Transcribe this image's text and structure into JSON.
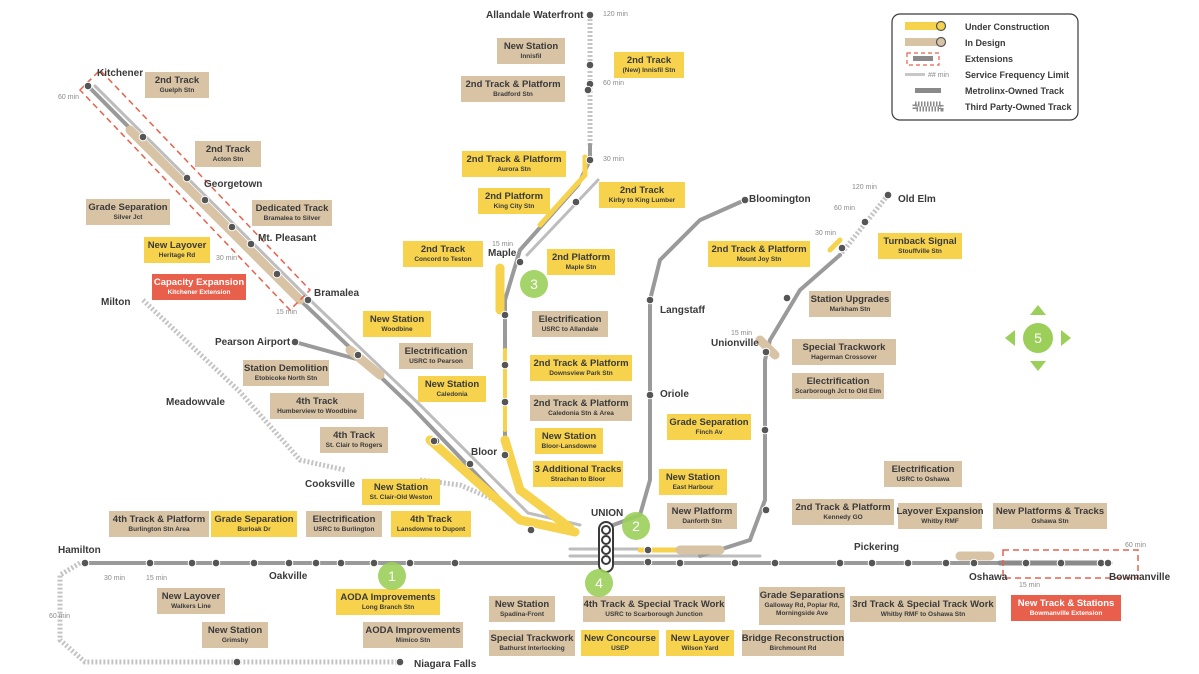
{
  "colors": {
    "construction": "#f6d24d",
    "design": "#d8c3a5",
    "extension": "#e8604c",
    "track_dark": "#8c8c8c",
    "track_light": "#c7c7c7",
    "green_marker": "#9bcf5a",
    "text_dark": "#3a3a3a",
    "text_on_design": "#3a3a3a",
    "text_on_construction": "#3a3a3a",
    "text_on_extension": "#ffffff"
  },
  "legend": [
    {
      "key": "under_construction",
      "label": "Under Construction"
    },
    {
      "key": "in_design",
      "label": "In Design"
    },
    {
      "key": "extensions",
      "label": "Extensions"
    },
    {
      "key": "service_frequency_limit",
      "label": "Service Frequency Limit",
      "sample": "## min"
    },
    {
      "key": "metrolinx_owned",
      "label": "Metrolinx-Owned Track"
    },
    {
      "key": "third_party_owned",
      "label": "Third Party-Owned Track"
    }
  ],
  "stations": {
    "allandale": "Allandale Waterfront",
    "kitchener": "Kitchener",
    "georgetown": "Georgetown",
    "mt_pleasant": "Mt. Pleasant",
    "bramalea": "Bramalea",
    "milton": "Milton",
    "pearson": "Pearson Airport",
    "meadowvale": "Meadowvale",
    "cooksville": "Cooksville",
    "hamilton": "Hamilton",
    "oakville": "Oakville",
    "niagara": "Niagara Falls",
    "maple": "Maple",
    "bloor": "Bloor",
    "union": "UNION",
    "langstaff": "Langstaff",
    "oriole": "Oriole",
    "bloomington": "Bloomington",
    "old_elm": "Old Elm",
    "unionville": "Unionville",
    "pickering": "Pickering",
    "oshawa": "Oshawa",
    "bowmanville": "Bowmanville"
  },
  "frequencies": {
    "f_120_allandale": "120 min",
    "f_60_barrie": "60 min",
    "f_30_barrie": "30 min",
    "f_15_maple": "15 min",
    "f_60_kitchener": "60 min",
    "f_30_kitchener": "30 min",
    "f_15_kitchener": "15 min",
    "f_120_stouffville": "120 min",
    "f_60_stouffville": "60 min",
    "f_30_stouffville": "30 min",
    "f_15_unionville": "15 min",
    "f_30_hamilton": "30 min",
    "f_15_hamilton": "15 min",
    "f_60_niagara": "60 min",
    "f_15_oshawa": "15 min",
    "f_60_bowmanville": "60 min"
  },
  "markers": [
    "1",
    "2",
    "3",
    "4",
    "5"
  ],
  "projects": [
    {
      "id": "p1",
      "status": "design",
      "title": "New Station",
      "sub": "Innisfil"
    },
    {
      "id": "p2",
      "status": "construction",
      "title": "2nd Track",
      "sub": "(New) Innisfil Stn"
    },
    {
      "id": "p3",
      "status": "design",
      "title": "2nd Track & Platform",
      "sub": "Bradford Stn"
    },
    {
      "id": "p4",
      "status": "construction",
      "title": "2nd Track & Platform",
      "sub": "Aurora Stn"
    },
    {
      "id": "p5",
      "status": "construction",
      "title": "2nd Platform",
      "sub": "King City Stn"
    },
    {
      "id": "p6",
      "status": "construction",
      "title": "2nd Track",
      "sub": "Kirby to King Lumber"
    },
    {
      "id": "p7",
      "status": "construction",
      "title": "2nd Track",
      "sub": "Concord to Teston"
    },
    {
      "id": "p8",
      "status": "construction",
      "title": "2nd Platform",
      "sub": "Maple Stn"
    },
    {
      "id": "p9",
      "status": "design",
      "title": "Electrification",
      "sub": "USRC to Allandale"
    },
    {
      "id": "p10",
      "status": "construction",
      "title": "2nd Track & Platform",
      "sub": "Downsview Park Stn"
    },
    {
      "id": "p11",
      "status": "design",
      "title": "2nd Track & Platform",
      "sub": "Caledonia Stn & Area"
    },
    {
      "id": "p12",
      "status": "construction",
      "title": "New Station",
      "sub": "Bloor-Lansdowne"
    },
    {
      "id": "p13",
      "status": "construction",
      "title": "3 Additional Tracks",
      "sub": "Strachan to Bloor"
    },
    {
      "id": "p14",
      "status": "design",
      "title": "2nd Track",
      "sub": "Guelph Stn"
    },
    {
      "id": "p15",
      "status": "design",
      "title": "2nd Track",
      "sub": "Acton Stn"
    },
    {
      "id": "p16",
      "status": "design",
      "title": "Grade Separation",
      "sub": "Silver Jct"
    },
    {
      "id": "p17",
      "status": "design",
      "title": "Dedicated Track",
      "sub": "Bramalea to Silver"
    },
    {
      "id": "p18",
      "status": "construction",
      "title": "New Layover",
      "sub": "Heritage Rd"
    },
    {
      "id": "p19",
      "status": "extension",
      "title": "Capacity Expansion",
      "sub": "Kitchener Extension"
    },
    {
      "id": "p20",
      "status": "construction",
      "title": "New Station",
      "sub": "Woodbine"
    },
    {
      "id": "p21",
      "status": "design",
      "title": "Electrification",
      "sub": "USRC to Pearson"
    },
    {
      "id": "p22",
      "status": "design",
      "title": "Station Demolition",
      "sub": "Etobicoke North Stn"
    },
    {
      "id": "p23",
      "status": "construction",
      "title": "New Station",
      "sub": "Caledonia"
    },
    {
      "id": "p24",
      "status": "design",
      "title": "4th Track",
      "sub": "Humberview to Woodbine"
    },
    {
      "id": "p25",
      "status": "design",
      "title": "4th Track",
      "sub": "St. Clair to Rogers"
    },
    {
      "id": "p26",
      "status": "construction",
      "title": "New Station",
      "sub": "St. Clair-Old Weston"
    },
    {
      "id": "p27",
      "status": "construction",
      "title": "4th Track",
      "sub": "Lansdowne to Dupont"
    },
    {
      "id": "p28",
      "status": "design",
      "title": "4th Track & Platform",
      "sub": "Burlington Stn Area"
    },
    {
      "id": "p29",
      "status": "construction",
      "title": "Grade Separation",
      "sub": "Burloak Dr"
    },
    {
      "id": "p30",
      "status": "design",
      "title": "Electrification",
      "sub": "USRC to Burlington"
    },
    {
      "id": "p31",
      "status": "design",
      "title": "New Layover",
      "sub": "Walkers Line"
    },
    {
      "id": "p32",
      "status": "construction",
      "title": "AODA Improvements",
      "sub": "Long Branch Stn"
    },
    {
      "id": "p33",
      "status": "design",
      "title": "New Station",
      "sub": "Grimsby"
    },
    {
      "id": "p34",
      "status": "design",
      "title": "AODA Improvements",
      "sub": "Mimico Stn"
    },
    {
      "id": "p35",
      "status": "design",
      "title": "New Station",
      "sub": "Spadina-Front"
    },
    {
      "id": "p36",
      "status": "design",
      "title": "Special Trackwork",
      "sub": "Bathurst Interlocking"
    },
    {
      "id": "p37",
      "status": "design",
      "title": "4th Track & Special Track Work",
      "sub": "USRC to Scarborough Junction"
    },
    {
      "id": "p38",
      "status": "construction",
      "title": "New Concourse",
      "sub": "USEP"
    },
    {
      "id": "p39",
      "status": "construction",
      "title": "New Layover",
      "sub": "Wilson Yard"
    },
    {
      "id": "p40",
      "status": "construction",
      "title": "New Station",
      "sub": "East Harbour"
    },
    {
      "id": "p41",
      "status": "design",
      "title": "New Platform",
      "sub": "Danforth Stn"
    },
    {
      "id": "p42",
      "status": "design",
      "title": "Bridge Reconstruction",
      "sub": "Birchmount Rd"
    },
    {
      "id": "p43",
      "status": "design",
      "title": "Grade Separations",
      "sub": "Galloway Rd, Poplar Rd,|Morningside Ave"
    },
    {
      "id": "p44",
      "status": "construction",
      "title": "Grade Separation",
      "sub": "Finch Av"
    },
    {
      "id": "p45",
      "status": "design",
      "title": "2nd Track & Platform",
      "sub": "Kennedy GO"
    },
    {
      "id": "p46",
      "status": "construction",
      "title": "2nd Track & Platform",
      "sub": "Mount Joy Stn"
    },
    {
      "id": "p47",
      "status": "construction",
      "title": "Turnback Signal",
      "sub": "Stouffville Stn"
    },
    {
      "id": "p48",
      "status": "design",
      "title": "Station Upgrades",
      "sub": "Markham Stn"
    },
    {
      "id": "p49",
      "status": "design",
      "title": "Special Trackwork",
      "sub": "Hagerman Crossover"
    },
    {
      "id": "p50",
      "status": "design",
      "title": "Electrification",
      "sub": "Scarborough Jct to Old Elm"
    },
    {
      "id": "p51",
      "status": "design",
      "title": "Electrification",
      "sub": "USRC to Oshawa"
    },
    {
      "id": "p52",
      "status": "design",
      "title": "Layover Expansion",
      "sub": "Whitby RMF"
    },
    {
      "id": "p53",
      "status": "design",
      "title": "New Platforms & Tracks",
      "sub": "Oshawa Stn"
    },
    {
      "id": "p54",
      "status": "design",
      "title": "3rd Track & Special Track Work",
      "sub": "Whitby RMF to Oshawa Stn"
    },
    {
      "id": "p55",
      "status": "extension",
      "title": "New Track & Stations",
      "sub": "Bowmanville Extension"
    }
  ]
}
